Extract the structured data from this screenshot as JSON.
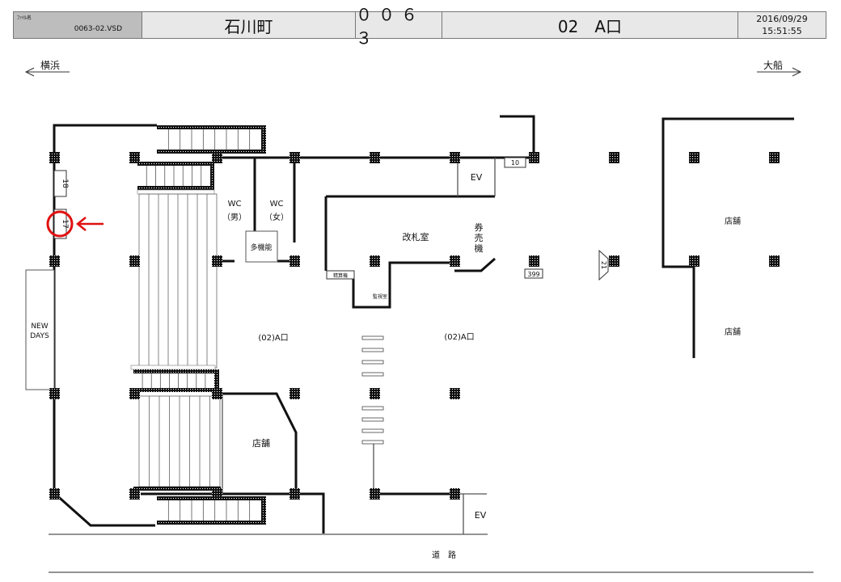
{
  "header": {
    "file_label": "ﾌｧｲﾙ名",
    "file_name": "0063-02.VSD",
    "station": "石川町",
    "code": "００６３",
    "exit": "02　A口",
    "date": "2016/09/29",
    "time": "15:51:55"
  },
  "directions": {
    "left": "横浜",
    "right": "大船"
  },
  "labels": {
    "wc_male": "WC",
    "wc_male_sub": "（男）",
    "wc_female": "WC",
    "wc_female_sub": "（女）",
    "multipurpose": "多機能",
    "ev_top": "EV",
    "ev_bottom": "EV",
    "ticket_gate_room": "改札室",
    "ticket_machine_1": "券",
    "ticket_machine_2": "売",
    "ticket_machine_3": "機",
    "fare_adjust": "精算機",
    "monitor_room": "監視室",
    "exit_a_left": "(02)A口",
    "exit_a_right": "(02)A口",
    "shop_left": "店舗",
    "shop_right_top": "店舗",
    "shop_right_bottom": "店舗",
    "newdays_1": "NEW",
    "newdays_2": "DAYS",
    "road": "道　路"
  },
  "markers": {
    "m18": "18",
    "m17": "17",
    "m10": "10",
    "m399": "399",
    "m21": "21"
  },
  "highlight": {
    "target": "17",
    "color": "#e01010"
  }
}
